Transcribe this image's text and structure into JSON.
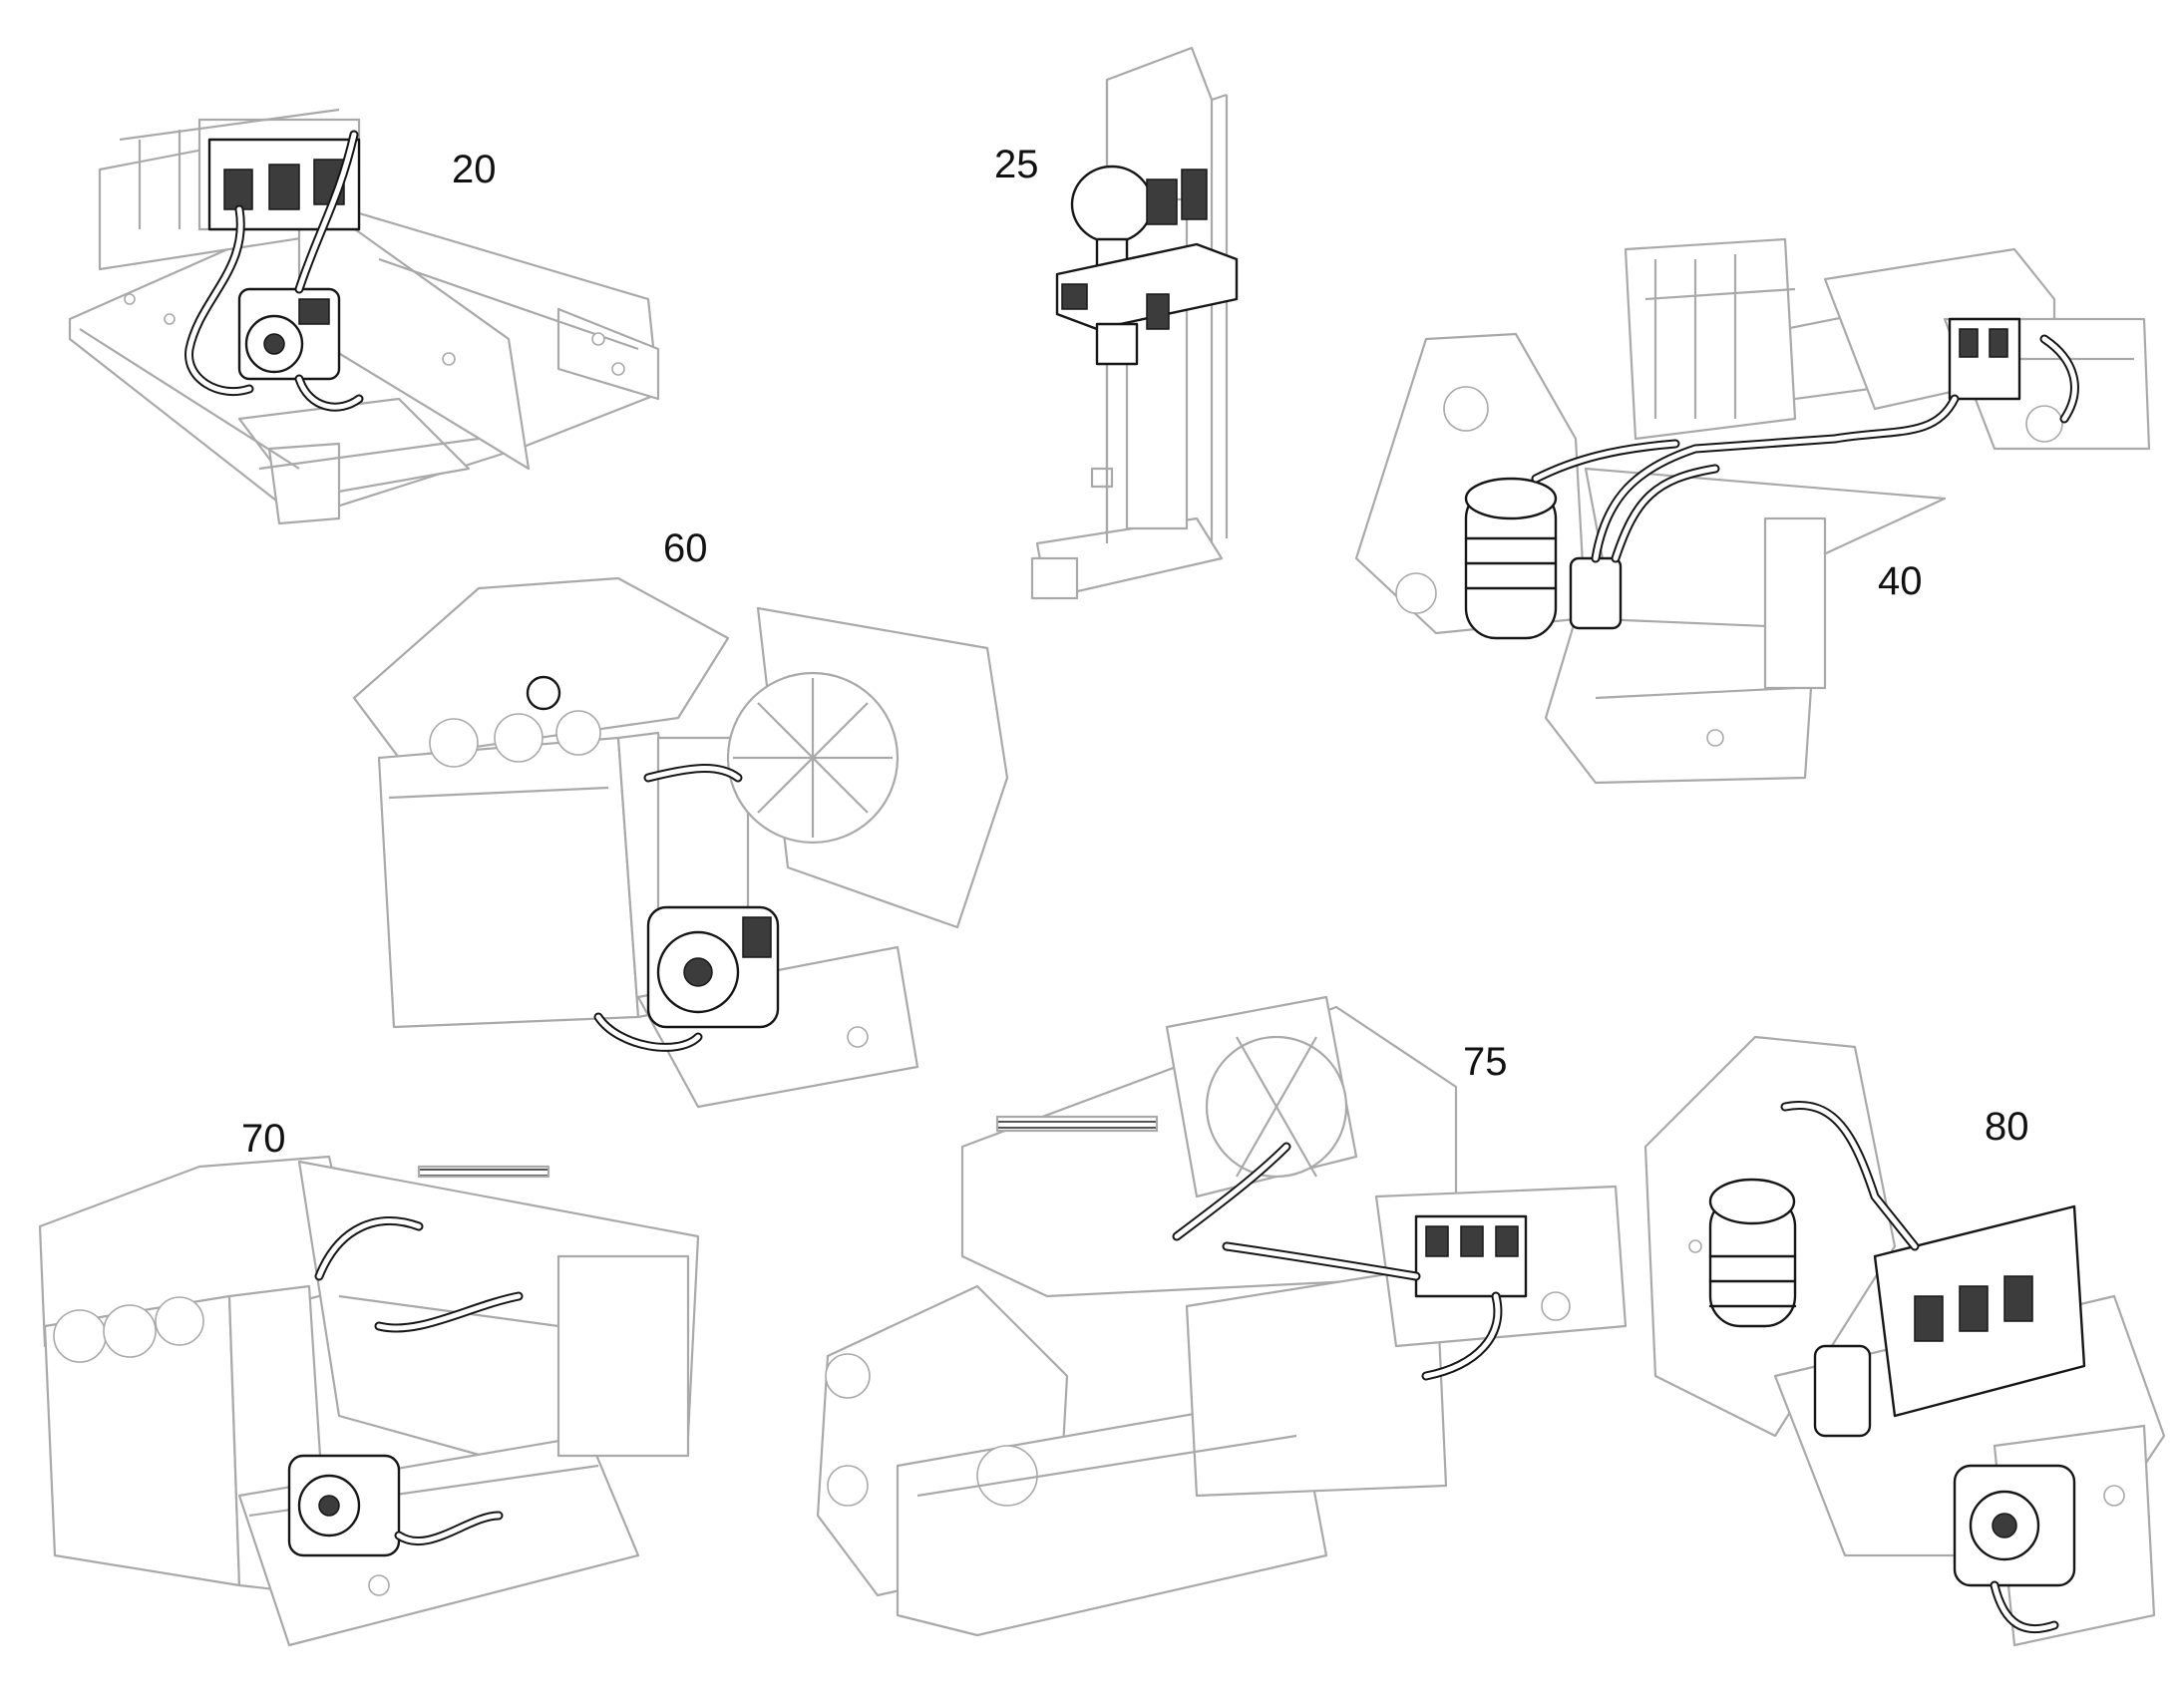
{
  "figure_labels": [
    {
      "id": "20",
      "text": "20"
    },
    {
      "id": "25",
      "text": "25"
    },
    {
      "id": "40",
      "text": "40"
    },
    {
      "id": "60",
      "text": "60"
    },
    {
      "id": "70",
      "text": "70"
    },
    {
      "id": "75",
      "text": "75"
    },
    {
      "id": "80",
      "text": "80"
    }
  ],
  "colors": {
    "line_gray": "#a9a9a9",
    "line_black": "#161616",
    "background": "#ffffff"
  }
}
